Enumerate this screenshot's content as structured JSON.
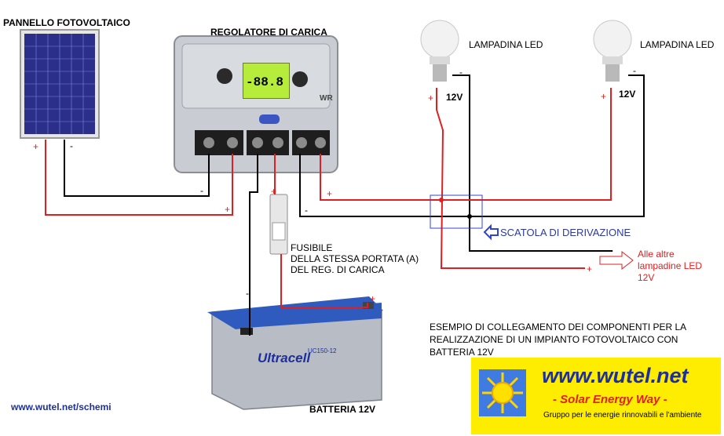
{
  "labels": {
    "panel": "PANNELLO FOTOVOLTAICO",
    "regulator": "REGOLATORE DI CARICA",
    "lamp1": "LAMPADINA LED",
    "lamp2": "LAMPADINA LED",
    "lamp1_voltage": "12V",
    "lamp2_voltage": "12V",
    "junction_box": "SCATOLA DI DERIVAZIONE",
    "fuse_title": "FUSIBILE",
    "fuse_line1": "DELLA STESSA PORTATA (A)",
    "fuse_line2": "DEL REG. DI CARICA",
    "other_lamps_line1": "Alle altre",
    "other_lamps_line2": "lampadine LED",
    "other_lamps_line3": "12V",
    "battery": "BATTERIA 12V",
    "example_line1": "ESEMPIO DI COLLEGAMENTO DEI COMPONENTI PER LA",
    "example_line2": "REALIZZAZIONE DI UN IMPIANTO FOTOVOLTAICO CON",
    "example_line3": "BATTERIA 12V",
    "footer_link": "www.wutel.net/schemi"
  },
  "polarity": {
    "plus": "+",
    "minus": "-"
  },
  "device_text": {
    "regulator_badge": "WR",
    "lcd_readout": "-88.8",
    "battery_brand": "Ultracell",
    "battery_model": "UC150-12"
  },
  "banner": {
    "url": "www.wutel.net",
    "tagline": "- Solar Energy Way -",
    "subtitle": "Gruppo per le energie rinnovabili e l'ambiente"
  },
  "colors": {
    "positive_wire": "#e02020",
    "negative_wire": "#000000",
    "junction_box": "#3344cc",
    "banner_bg": "#ffed00",
    "banner_text": "#1d2f9e"
  }
}
